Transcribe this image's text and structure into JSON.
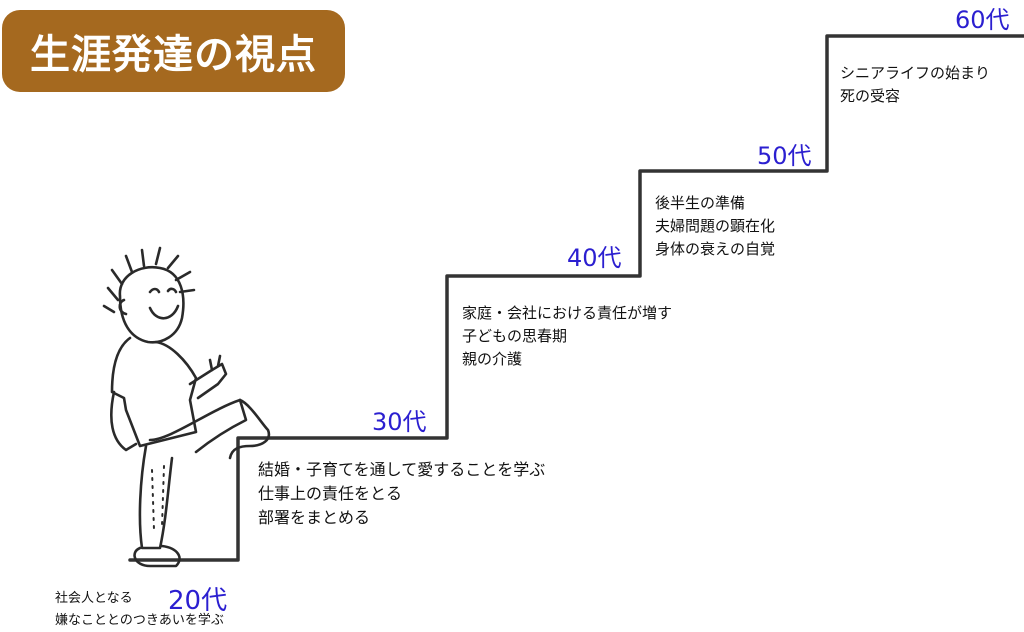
{
  "title": "生涯発達の視点",
  "stages": [
    {
      "age": "20代",
      "notes": [
        "社会人となる",
        "嫌なこととのつきあいを学ぶ"
      ]
    },
    {
      "age": "30代",
      "notes": [
        "結婚・子育てを通して愛することを学ぶ",
        "仕事上の責任をとる",
        "部署をまとめる"
      ]
    },
    {
      "age": "40代",
      "notes": [
        "家庭・会社における責任が増す",
        "子どもの思春期",
        "親の介護"
      ]
    },
    {
      "age": "50代",
      "notes": [
        "後半生の準備",
        "夫婦問題の顕在化",
        "身体の衰えの自覚"
      ]
    },
    {
      "age": "60代",
      "notes": [
        "シニアライフの始まり",
        "死の受容"
      ]
    }
  ],
  "colors": {
    "badge": "#a5691f",
    "age_text": "#2b1fd0",
    "line": "#333333"
  },
  "illustration": "smiling-man-climbing-stairs"
}
